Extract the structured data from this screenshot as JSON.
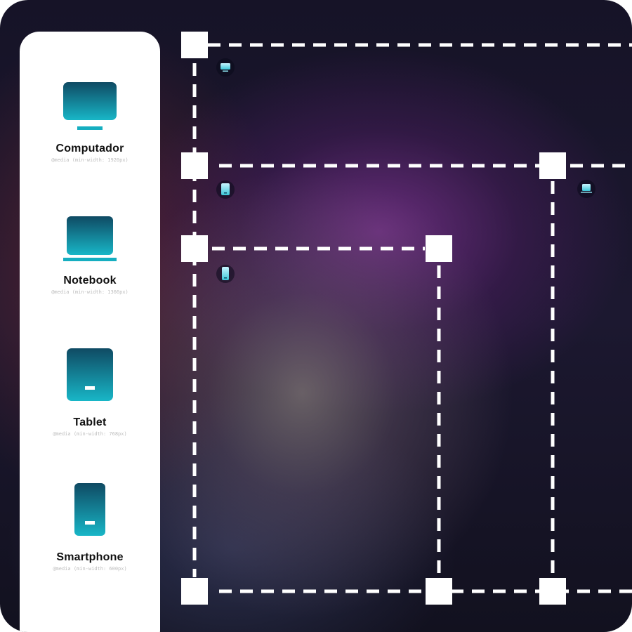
{
  "devices": [
    {
      "icon": "desktop-monitor-icon",
      "label": "Computador",
      "query": "@media (min-width: 1920px)"
    },
    {
      "icon": "laptop-icon",
      "label": "Notebook",
      "query": "@media (min-width: 1366px)"
    },
    {
      "icon": "tablet-icon",
      "label": "Tablet",
      "query": "@media (min-width: 768px)"
    },
    {
      "icon": "smartphone-icon",
      "label": "Smartphone",
      "query": "@media (min-width: 600px)"
    }
  ],
  "colors": {
    "icon_gradient_top": "#0f4a63",
    "icon_gradient_bottom": "#18b6c7",
    "guide_line": "#ffffff",
    "panel": "#ffffff"
  },
  "breakpoint_badges": [
    "desktop-monitor-icon",
    "smartphone-icon",
    "laptop-icon",
    "smartphone-icon"
  ]
}
